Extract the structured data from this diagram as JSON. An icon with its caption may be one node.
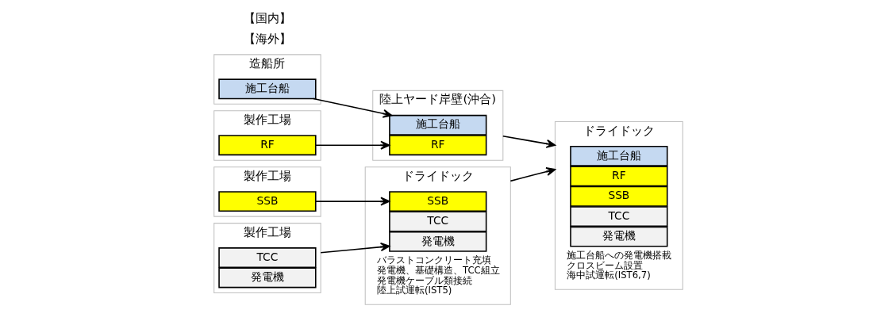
{
  "diagram": {
    "nodes": [
      {
        "text": [
          "造船所"
        ]
      },
      {
        "text": [
          "施工台船"
        ],
        "in": 0
      },
      {
        "text": [
          "陸上ヤード岸壁(沖合)"
        ]
      },
      {
        "text": [
          "施工台船"
        ],
        "in": 2
      },
      {
        "text": [
          "RF"
        ],
        "in": 2
      },
      {
        "text": [
          "製作工場"
        ]
      },
      {
        "text": [
          "RF"
        ],
        "in": 5
      },
      {
        "text": [
          "ドライドック"
        ],
        "beside": [
          "バラストコンクリート充填",
          "発電機、基礎構造、TCC組立",
          "発電機ケーブル類接続",
          "陸上試運転(IST5)"
        ]
      },
      {
        "text": [
          "SSB"
        ],
        "in": 7
      },
      {
        "text": [
          "TCC"
        ],
        "in": 7
      },
      {
        "text": [
          "発電機"
        ],
        "in": 7
      },
      {
        "text": [
          "製作工場"
        ]
      },
      {
        "text": [
          "SSB"
        ],
        "in": 11
      },
      {
        "text": [
          "製作工場"
        ]
      },
      {
        "text": [
          "TCC"
        ],
        "in": 13
      },
      {
        "text": [
          "発電機"
        ],
        "in": 13
      },
      {
        "text": [
          "ドライドック"
        ],
        "beside": [
          "施工台船への発電機搭載",
          "クロスビーム設置",
          "海中試運転(IST6,7)"
        ]
      },
      {
        "text": [
          "施工台船"
        ],
        "in": 16
      },
      {
        "text": [
          "RF"
        ],
        "in": 16
      },
      {
        "text": [
          "SSB"
        ],
        "in": 16
      },
      {
        "text": [
          "TCC"
        ],
        "in": 16
      },
      {
        "text": [
          "発電機"
        ],
        "in": 16
      }
    ],
    "edges": [
      {
        "from": 1,
        "to": 3,
        "arrow": "to"
      },
      {
        "from": 6,
        "to": 4,
        "arrow": "to"
      },
      {
        "from": 2,
        "to": 16,
        "arrow": "to"
      },
      {
        "from": 12,
        "to": 8,
        "arrow": "to"
      },
      {
        "from": 13,
        "to": 10,
        "arrow": "to"
      },
      {
        "from": 7,
        "to": 16,
        "arrow": "to"
      }
    ],
    "labels": [
      "【国内】",
      "【海外】"
    ]
  }
}
